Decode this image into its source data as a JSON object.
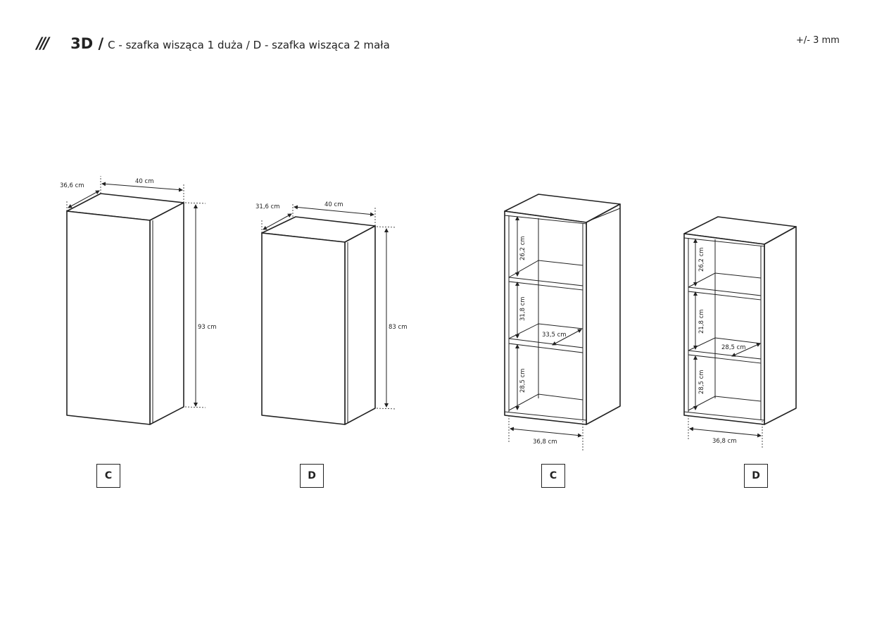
{
  "header": {
    "logo": "///",
    "title": "3D /",
    "subtitle": "C - szafka wisząca 1 duża  /  D - szafka wisząca 2 mała",
    "tolerance": "+/- 3 mm"
  },
  "closed_c": {
    "depth": "36,6 cm",
    "width": "40 cm",
    "height": "93 cm",
    "label": "C"
  },
  "closed_d": {
    "depth": "31,6 cm",
    "width": "40 cm",
    "height": "83 cm",
    "label": "D"
  },
  "open_c": {
    "h1": "26,2 cm",
    "h2": "31,8 cm",
    "h3": "28,5 cm",
    "depth": "33,5 cm",
    "width": "36,8 cm",
    "label": "C"
  },
  "open_d": {
    "h1": "26,2 cm",
    "h2": "21,8 cm",
    "h3": "28,5 cm",
    "depth": "28,5 cm",
    "width": "36,8 cm",
    "label": "D"
  }
}
